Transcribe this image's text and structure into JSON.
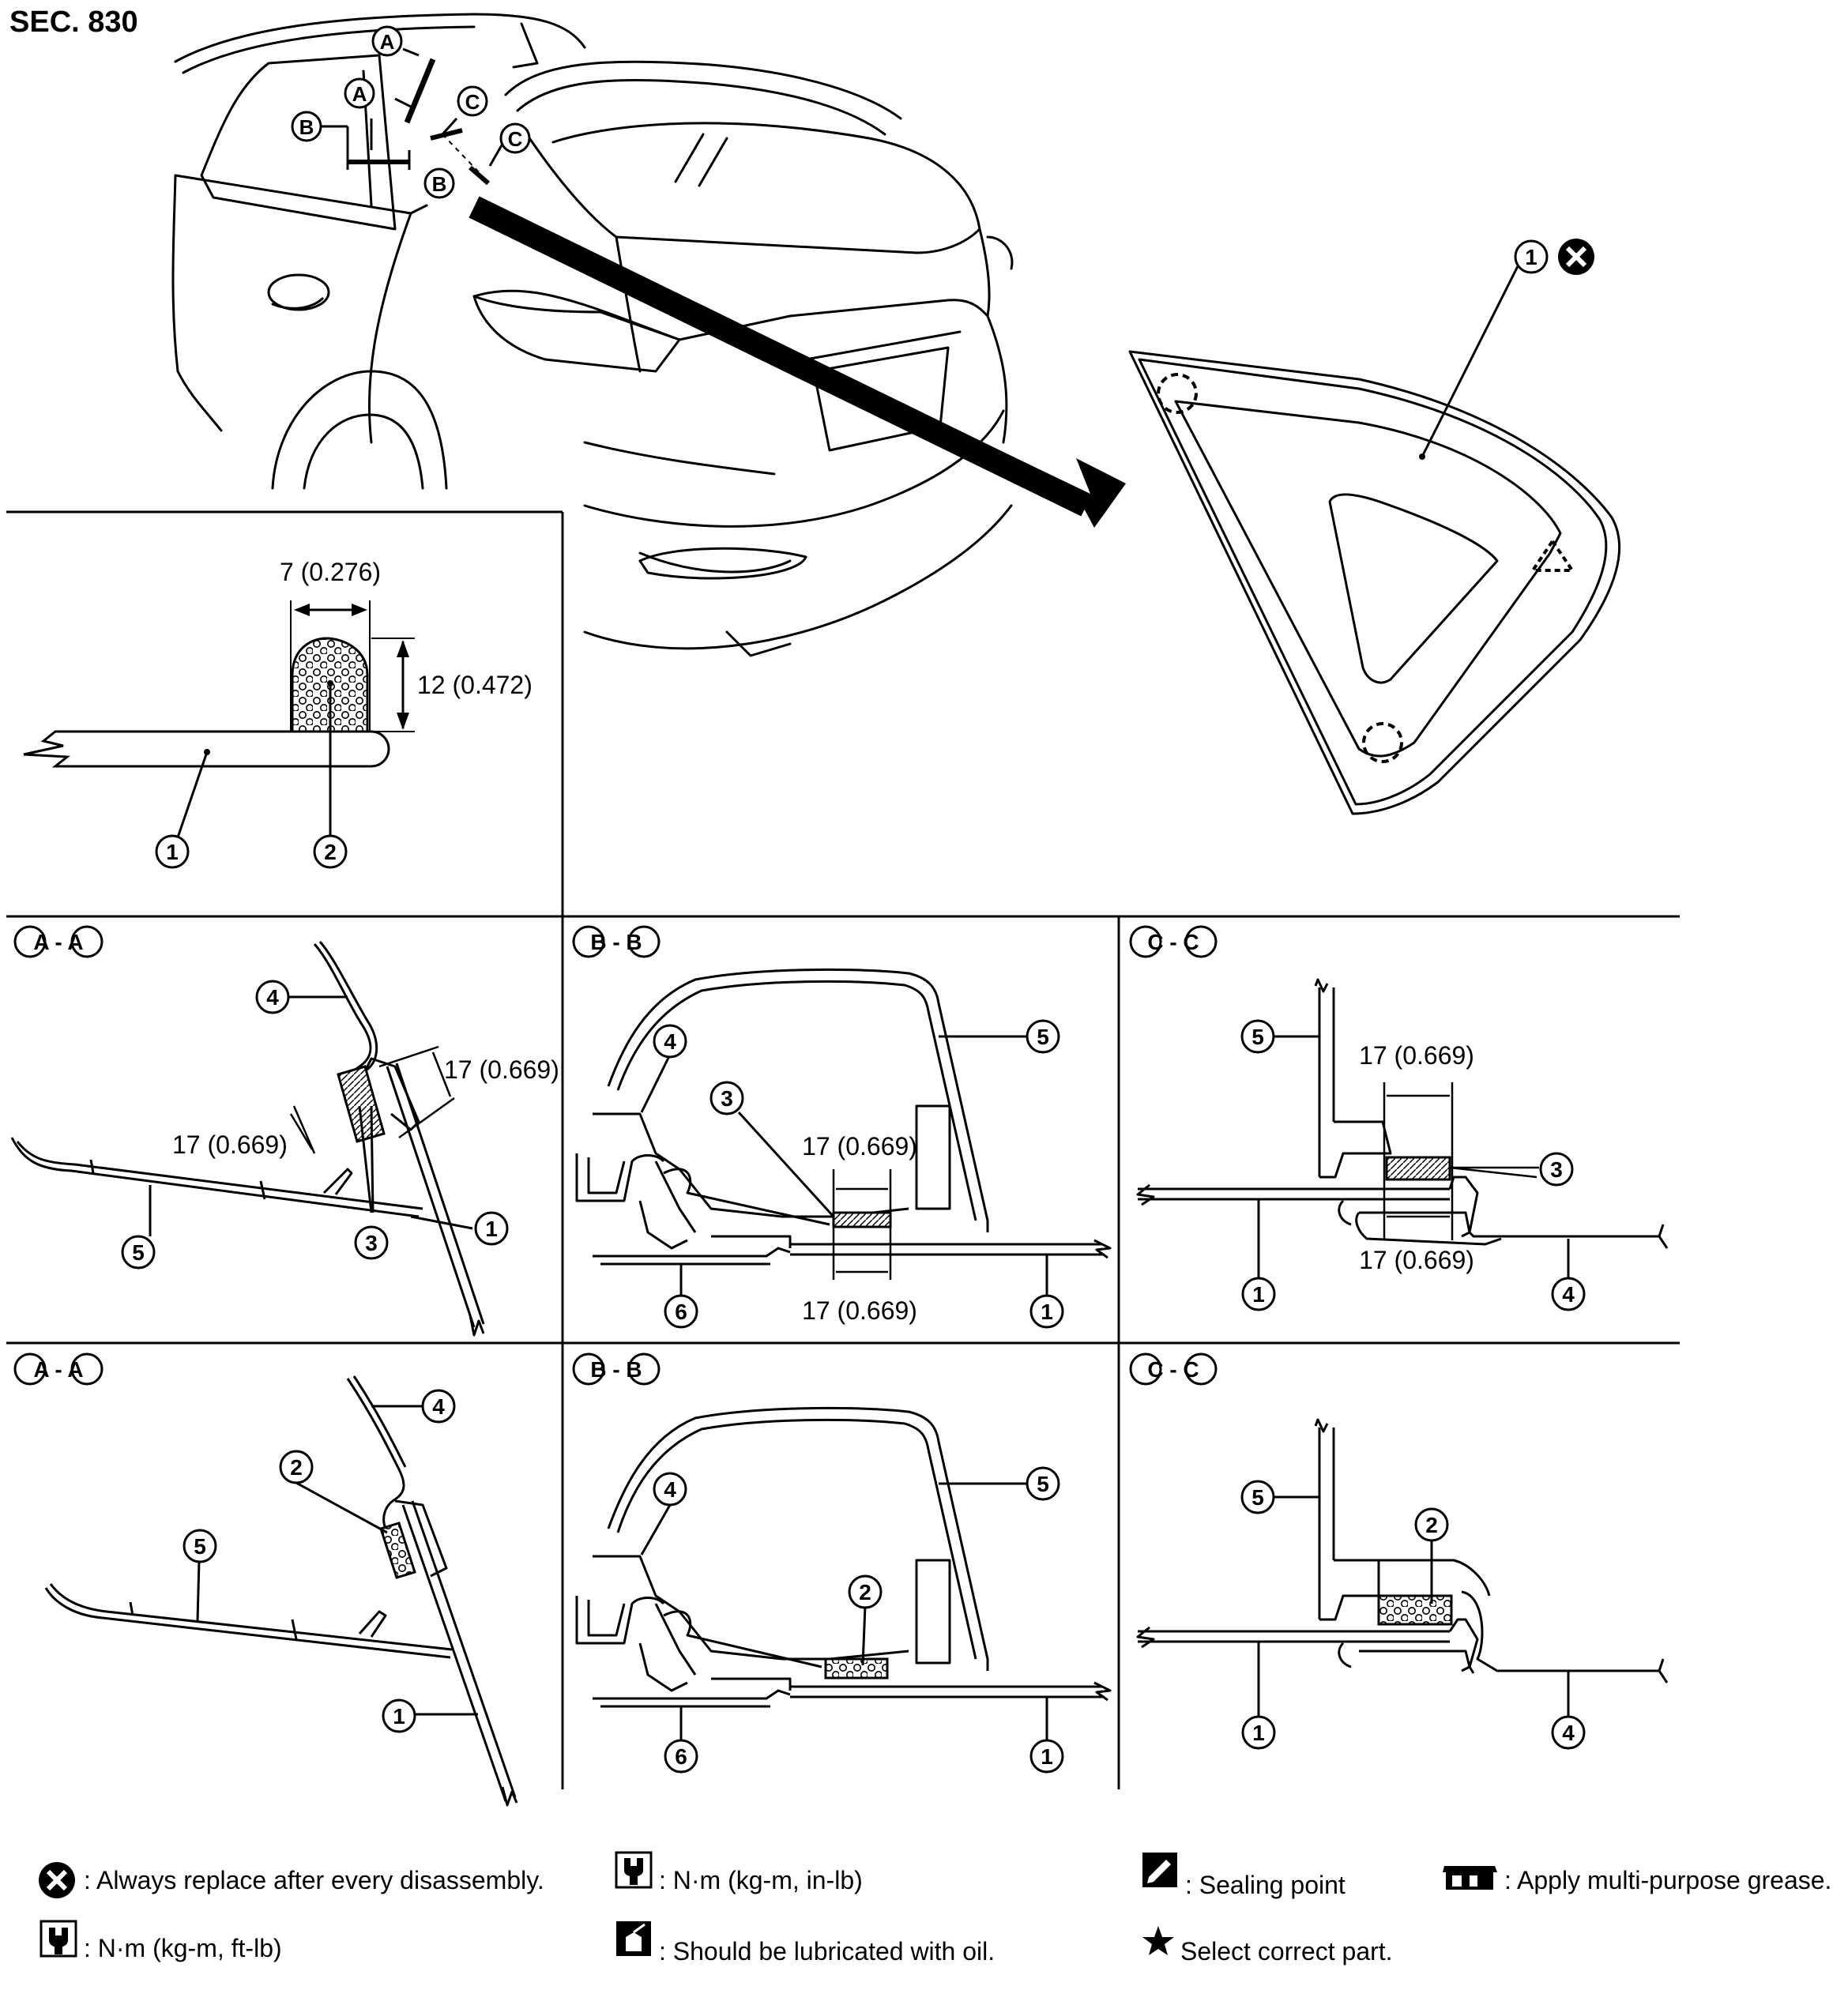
{
  "header": {
    "section": "SEC. 830"
  },
  "parts": {
    "p1": "1",
    "p2": "2",
    "p3": "3",
    "p4": "4",
    "p5": "5",
    "p6": "6"
  },
  "section_markers": {
    "a": "A",
    "b": "B",
    "c": "C"
  },
  "section_titles": {
    "a": "A - A",
    "b": "B - B",
    "c": "C - C"
  },
  "dimensions": {
    "seal_width": "7 (0.276)",
    "seal_height": "12 (0.472)",
    "tape_width": "17 (0.669)"
  },
  "legend": {
    "replace": ": Always replace after every disassembly.",
    "torque_in": ": N·m (kg-m, in-lb)",
    "sealing": ": Sealing point",
    "grease": ": Apply multi-purpose grease.",
    "torque_ft": ": N·m (kg-m, ft-lb)",
    "oil": ": Should be lubricated with oil.",
    "select": "Select correct part."
  },
  "icons": {
    "replace": "x-circle-icon",
    "torque_in": "torque-wrench-in-icon",
    "sealing": "sealing-point-icon",
    "grease": "grease-gun-icon",
    "torque_ft": "torque-wrench-ft-icon",
    "oil": "oil-can-icon",
    "select": "star-icon"
  },
  "colors": {
    "ink": "#000000",
    "paper": "#ffffff"
  }
}
